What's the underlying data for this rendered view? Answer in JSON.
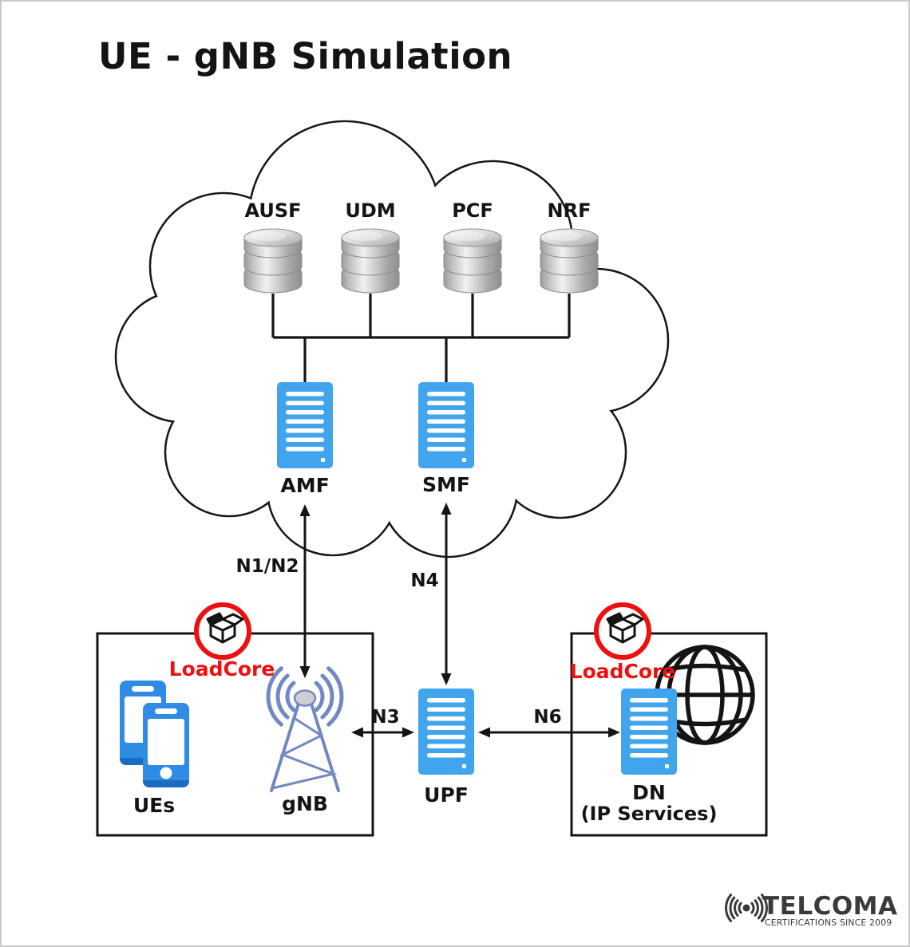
{
  "title": "UE - gNB Simulation",
  "cloud": {
    "databases": [
      {
        "label": "AUSF"
      },
      {
        "label": "UDM"
      },
      {
        "label": "PCF"
      },
      {
        "label": "NRF"
      }
    ],
    "amf_label": "AMF",
    "smf_label": "SMF"
  },
  "interfaces": {
    "amf_gnb": "N1/N2",
    "smf_upf": "N4",
    "gnb_upf": "N3",
    "upf_dn": "N6"
  },
  "ran_box": {
    "badge_label": "LoadCore",
    "ues_label": "UEs",
    "gnb_label": "gNB"
  },
  "upf_label": "UPF",
  "dn_box": {
    "badge_label": "LoadCore",
    "dn_label": "DN",
    "dn_sublabel": "(IP Services)"
  },
  "logo": {
    "brand": "TELCOMA",
    "tagline": "CERTIFICATIONS SINCE 2009"
  },
  "colors": {
    "server_blue": "#41a5ee",
    "phone_blue": "#2f8be4",
    "phone_blue_dark": "#1a6cc0",
    "antenna_blue": "#7288c4",
    "badge_red": "#ee1010",
    "line_black": "#141414",
    "logo_gray": "#3a3a3a"
  }
}
